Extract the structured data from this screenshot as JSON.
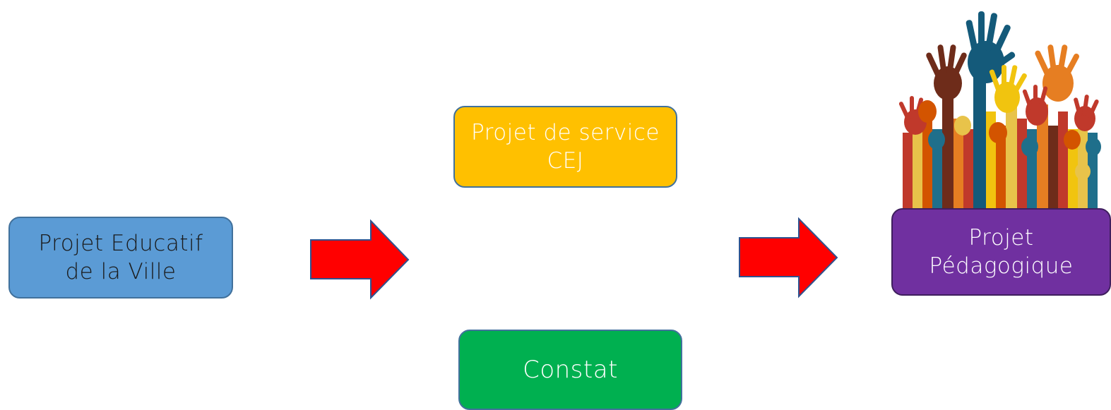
{
  "boxes": {
    "educatif": {
      "line1": "Projet Educatif",
      "line2": "de la Ville",
      "fill": "#5b9bd5",
      "text_color": "#1a1a1a"
    },
    "service": {
      "line1": "Projet de service",
      "line2": "CEJ",
      "fill": "#ffc000",
      "text_color": "#ffffff"
    },
    "constat": {
      "line1": "Constat",
      "fill": "#00b050",
      "text_color": "#ffffff"
    },
    "pedagogique": {
      "line1": "Projet",
      "line2": "Pédagogique",
      "fill": "#7030a0",
      "text_color": "#ffffff"
    }
  },
  "arrows": {
    "color": "#ff0000",
    "outline": "#2f528f"
  },
  "illustration": {
    "icon": "raised-hands-icon"
  }
}
